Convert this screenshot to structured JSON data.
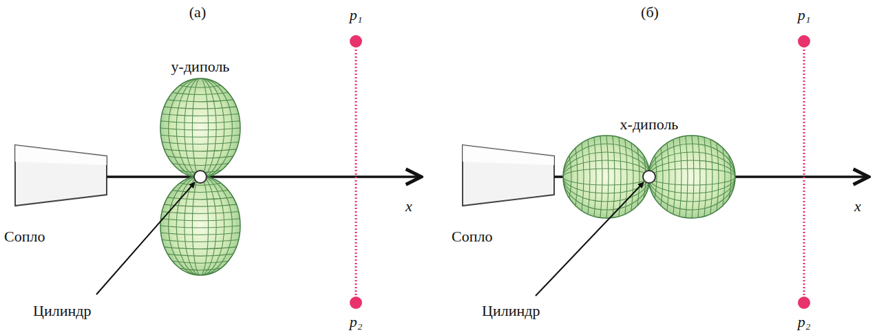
{
  "diagram": {
    "labels": [
      "(а)",
      "p₁",
      "y-диполь",
      "Сопло",
      "x",
      "Цилиндр",
      "p₂",
      "(б)",
      "p₁",
      "x-диполь",
      "Сопло",
      "x",
      "Цилиндр",
      "p₂"
    ]
  }
}
